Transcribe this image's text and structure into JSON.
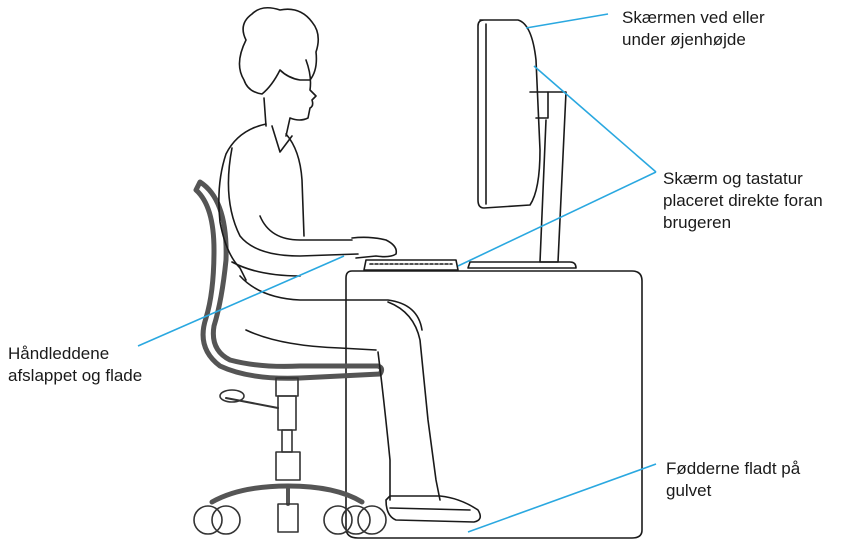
{
  "labels": {
    "screen_height": [
      "Skærmen ved eller",
      "under øjenhøjde"
    ],
    "screen_keyboard": [
      "Skærm og tastatur",
      "placeret direkte foran",
      "brugeren"
    ],
    "wrists": [
      "Håndleddene",
      "afslappet og flade"
    ],
    "feet": [
      "Fødderne fladt på",
      "gulvet"
    ]
  },
  "colors": {
    "callout": "#2aa8e0",
    "ink": "#1a1a1a",
    "chair": "#555555"
  }
}
